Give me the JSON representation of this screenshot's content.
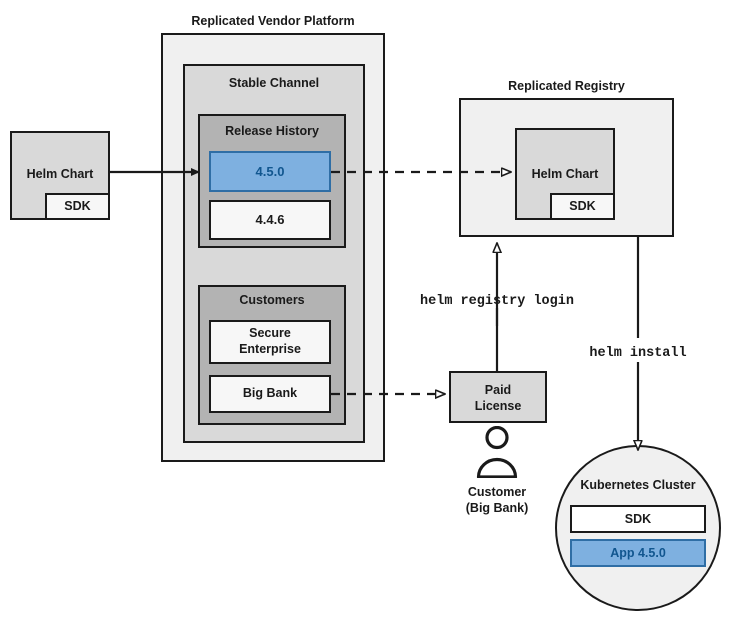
{
  "diagram": {
    "title_platform": "Replicated Vendor Platform",
    "title_registry": "Replicated Registry"
  },
  "colors": {
    "blue_fill": "#7eb0e0",
    "blue_text": "#11568f",
    "blue_border": "#2f6ea5",
    "gray_outer": "#f0f0f0",
    "gray_mid": "#d9d9d9",
    "gray_inner": "#b3b3b3",
    "box_light": "#f2f2f2",
    "stroke": "#1a1a1a"
  },
  "source_chart": {
    "name": "Helm Chart",
    "sdk": "SDK"
  },
  "platform": {
    "label": "Replicated Vendor Platform",
    "channel": {
      "label": "Stable Channel",
      "release_history": {
        "label": "Release History",
        "releases": [
          {
            "version": "4.5.0",
            "highlighted": true
          },
          {
            "version": "4.4.6",
            "highlighted": false
          }
        ]
      },
      "customers": {
        "label": "Customers",
        "entries": [
          {
            "name": "Secure\nEnterprise"
          },
          {
            "name": "Big Bank"
          }
        ]
      }
    }
  },
  "registry": {
    "label": "Replicated Registry",
    "chart": {
      "name": "Helm Chart",
      "sdk": "SDK"
    }
  },
  "license": {
    "label": "Paid\nLicense"
  },
  "customer_actor": {
    "line1": "Customer",
    "line2": "(Big Bank)",
    "icon": "person-icon"
  },
  "commands": {
    "registry_login": "helm registry login",
    "install": "helm install"
  },
  "cluster": {
    "label": "Kubernetes Cluster",
    "items": [
      {
        "name": "SDK",
        "highlighted": false
      },
      {
        "name": "App 4.5.0",
        "highlighted": true
      }
    ]
  }
}
